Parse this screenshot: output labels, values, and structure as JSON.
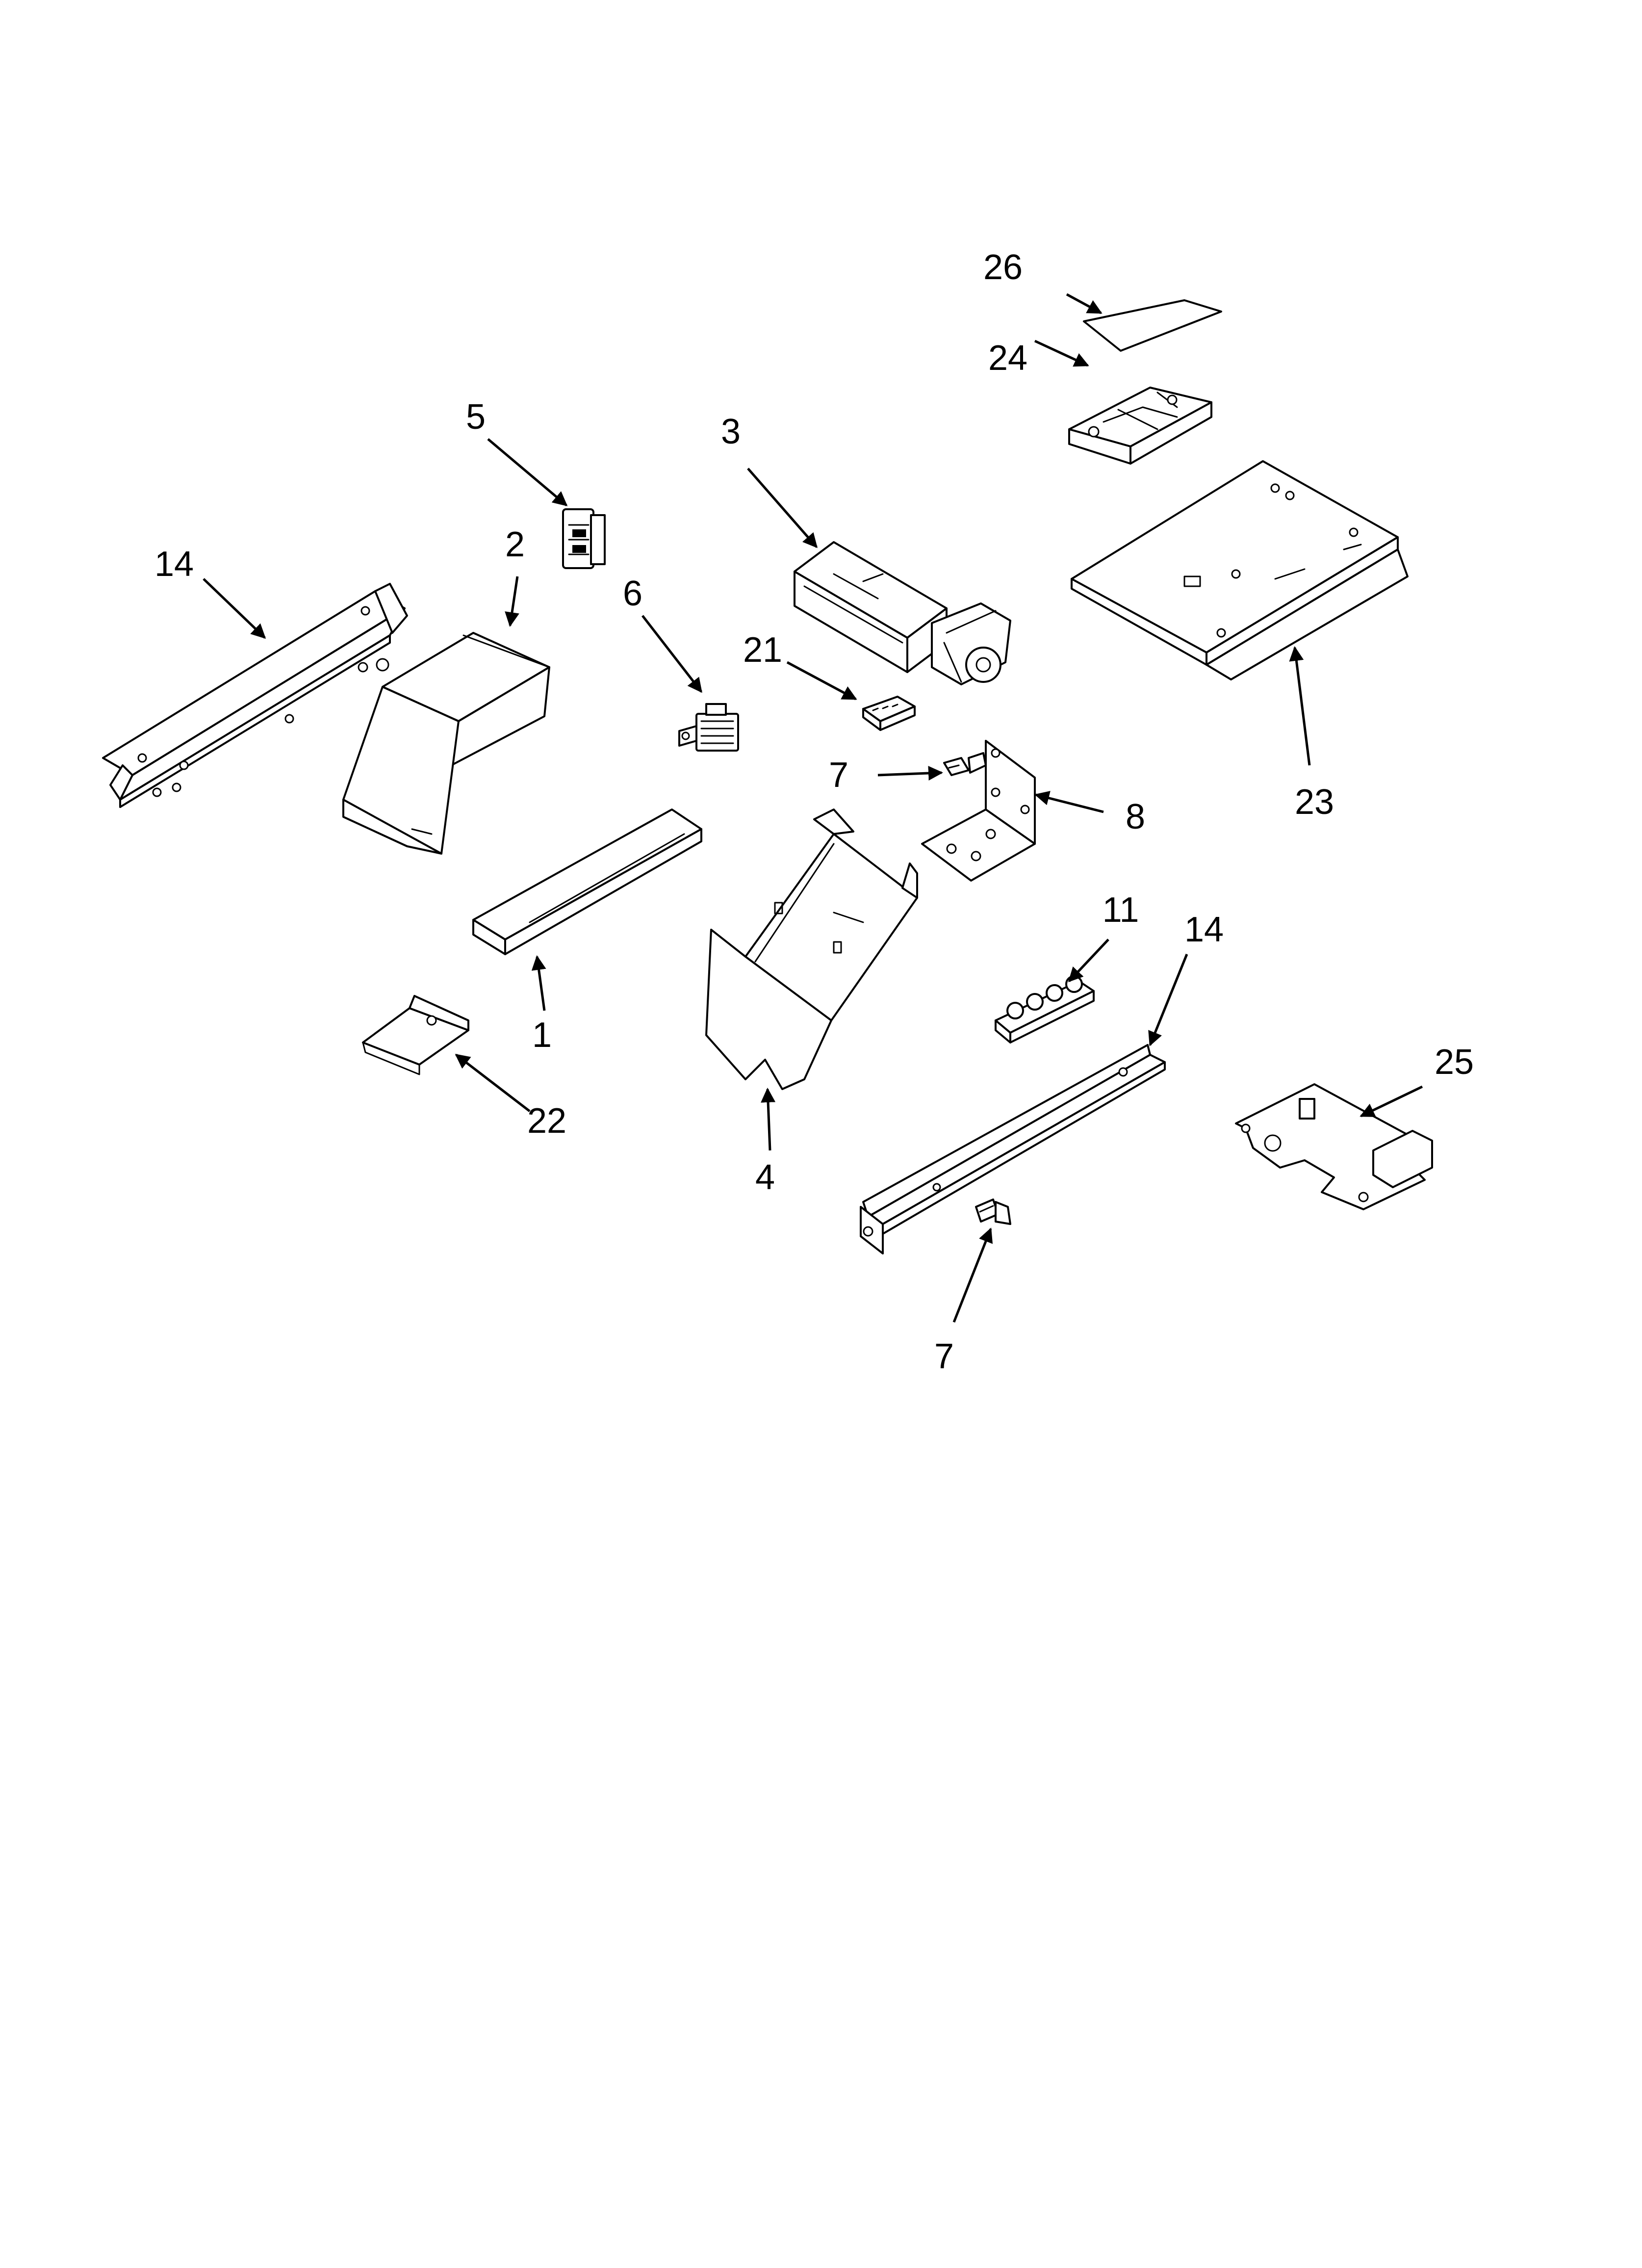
{
  "callouts": [
    {
      "id": "c26",
      "label": "26"
    },
    {
      "id": "c24",
      "label": "24"
    },
    {
      "id": "c5",
      "label": "5"
    },
    {
      "id": "c3",
      "label": "3"
    },
    {
      "id": "c14a",
      "label": "14"
    },
    {
      "id": "c2",
      "label": "2"
    },
    {
      "id": "c6",
      "label": "6"
    },
    {
      "id": "c21",
      "label": "21"
    },
    {
      "id": "c23",
      "label": "23"
    },
    {
      "id": "c7a",
      "label": "7"
    },
    {
      "id": "c8",
      "label": "8"
    },
    {
      "id": "c11",
      "label": "11"
    },
    {
      "id": "c14b",
      "label": "14"
    },
    {
      "id": "c1",
      "label": "1"
    },
    {
      "id": "c25",
      "label": "25"
    },
    {
      "id": "c22",
      "label": "22"
    },
    {
      "id": "c4",
      "label": "4"
    },
    {
      "id": "c7b",
      "label": "7"
    }
  ],
  "colors": {
    "ink": "#000000",
    "paper": "#ffffff"
  }
}
